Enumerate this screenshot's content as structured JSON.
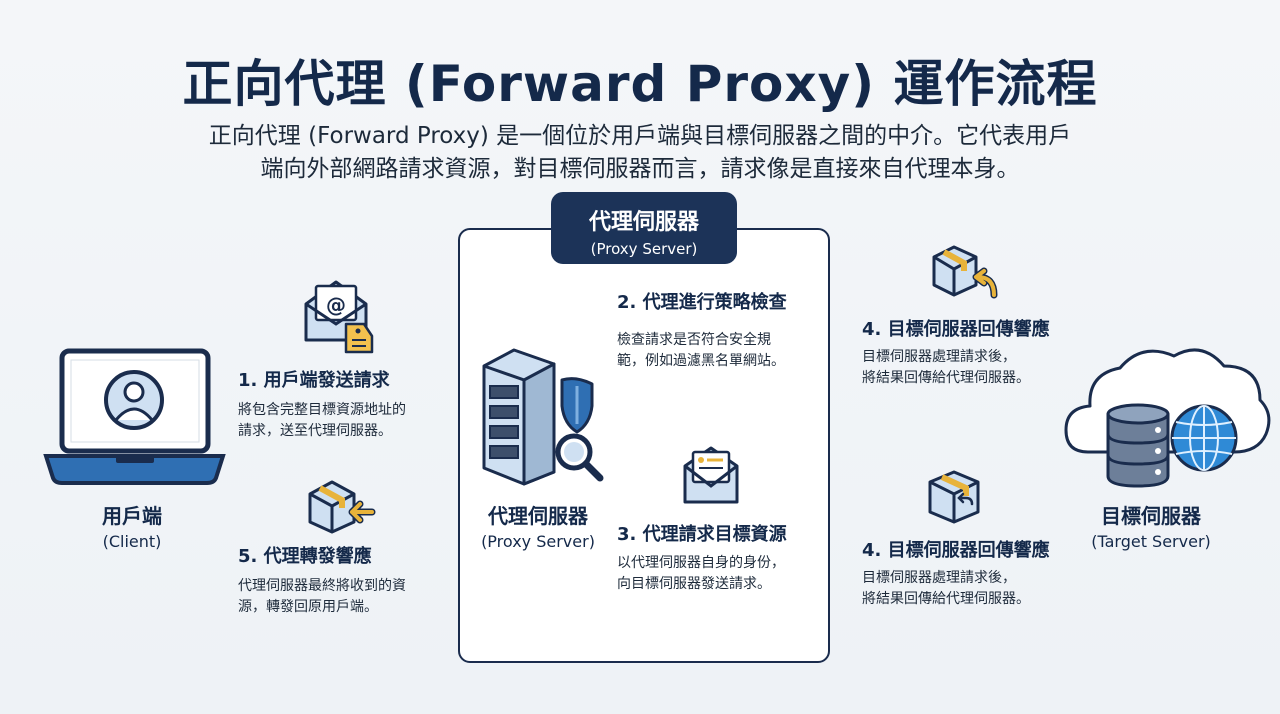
{
  "title": "正向代理 (Forward Proxy) 運作流程",
  "subtitle": {
    "line1": "正向代理 (Forward Proxy) 是一個位於用戶端與目標伺服器之間的中介。它代表用戶",
    "line2": "端向外部網路請求資源，對目標伺服器而言，請求像是直接來自代理本身。"
  },
  "proxy_box": {
    "tab_zh": "代理伺服器",
    "tab_en": "(Proxy Server)"
  },
  "nodes": {
    "client": {
      "zh": "用戶端",
      "en": "(Client)"
    },
    "proxy": {
      "zh": "代理伺服器",
      "en": "(Proxy Server)"
    },
    "target": {
      "zh": "目標伺服器",
      "en": "(Target Server)"
    }
  },
  "steps": [
    {
      "title": "1. 用戶端發送請求",
      "desc1": "將包含完整目標資源地址的",
      "desc2": "請求，送至代理伺服器。"
    },
    {
      "title": "2. 代理進行策略檢查",
      "desc1": "檢查請求是否符合安全規",
      "desc2": "範，例如過濾黑名單網站。"
    },
    {
      "title": "3. 代理請求目標資源",
      "desc1": "以代理伺服器自身的身份，",
      "desc2": "向目標伺服器發送請求。"
    },
    {
      "title": "4. 目標伺服器回傳響應",
      "desc1": "目標伺服器處理請求後，",
      "desc2": "將結果回傳給代理伺服器。"
    },
    {
      "title": "4. 目標伺服器回傳響應",
      "desc1": "目標伺服器處理請求後，",
      "desc2": "將結果回傳給代理伺服器。"
    },
    {
      "title": "5. 代理轉發響應",
      "desc1": "代理伺服器最終將收到的資",
      "desc2": "源，轉發回原用戶端。"
    }
  ],
  "colors": {
    "navy": "#1c3358",
    "accent_blue": "#2f6fb3",
    "light_blue": "#cfe0f2",
    "gold": "#e8b33a"
  }
}
